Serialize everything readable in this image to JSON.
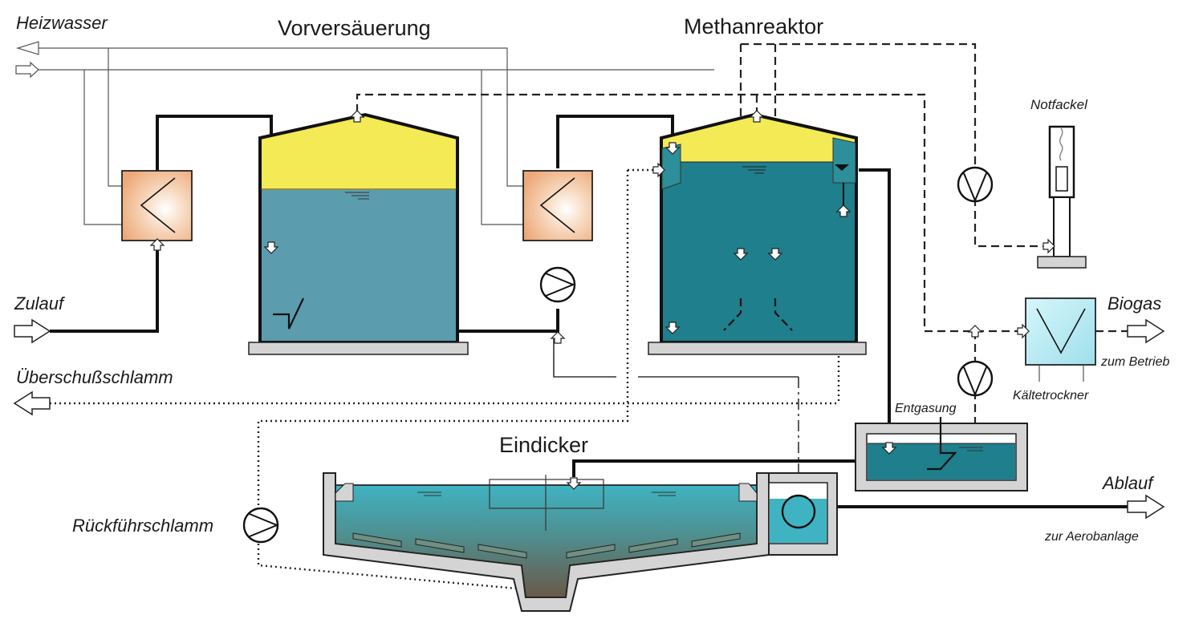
{
  "labels": {
    "heizwasser": "Heizwasser",
    "vorversaeuerung": "Vorversäuerung",
    "methanreaktor": "Methanreaktor",
    "notfackel": "Notfackel",
    "zulauf": "Zulauf",
    "biogas": "Biogas",
    "zum_betrieb": "zum Betrieb",
    "ueberschussschlamm": "Überschußschlamm",
    "kaeltetrockner": "Kältetrockner",
    "entgasung": "Entgasung",
    "eindicker": "Eindicker",
    "ablauf": "Ablauf",
    "zur_aerobanlage": "zur Aerobanlage",
    "rueckfuehrschlamm": "Rückführschlamm"
  },
  "colors": {
    "gas": "#f3ea55",
    "vorversaeuerung_liquid": "#5b9cae",
    "methan_liquid": "#1f7f8c",
    "heat_exchanger": "#eda878",
    "dryer": "#bfeef5",
    "eindicker_water": "#3fb3c2",
    "sludge": "#6a5c50",
    "wall": "#d4d4d4"
  }
}
